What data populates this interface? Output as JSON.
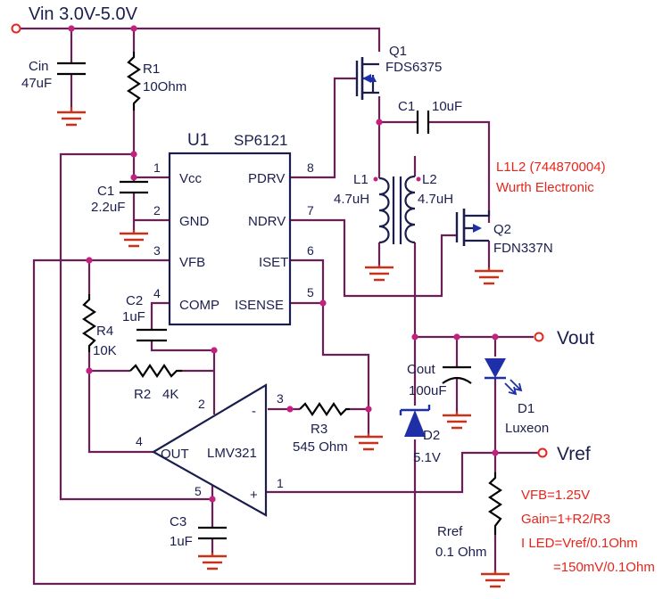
{
  "supply": {
    "vin_label": "Vin 3.0V-5.0V"
  },
  "components": {
    "cin": {
      "ref": "Cin",
      "value": "47uF"
    },
    "r1": {
      "ref": "R1",
      "value": "10Ohm"
    },
    "c1": {
      "ref": "C1",
      "value": "2.2uF"
    },
    "u1": {
      "ref": "U1",
      "part": "SP6121",
      "pins": {
        "vcc": "Vcc",
        "gnd": "GND",
        "vfb": "VFB",
        "comp": "COMP",
        "pdrv": "PDRV",
        "ndrv": "NDRV",
        "iset": "ISET",
        "isense": "ISENSE"
      },
      "pin_numbers": {
        "vcc": "1",
        "gnd": "2",
        "vfb": "3",
        "comp": "4",
        "pdrv": "8",
        "ndrv": "7",
        "iset": "6",
        "isense": "5"
      }
    },
    "c2": {
      "ref": "C2",
      "value": "1uF"
    },
    "r4": {
      "ref": "R4",
      "value": "10K"
    },
    "r2": {
      "ref": "R2",
      "value": "4K"
    },
    "r3": {
      "ref": "R3",
      "value": "545 Ohm"
    },
    "opamp": {
      "part": "LMV321",
      "out_label": "OUT",
      "minus": "-",
      "plus": "+",
      "pin_numbers": {
        "out": "4",
        "inv": "3",
        "v": "2",
        "vs": "5",
        "noninv": "1"
      }
    },
    "c3": {
      "ref": "C3",
      "value": "1uF"
    },
    "q1": {
      "ref": "Q1",
      "part": "FDS6375"
    },
    "c1b": {
      "ref": "C1",
      "value": "10uF"
    },
    "l1": {
      "ref": "L1",
      "value": "4.7uH"
    },
    "l2": {
      "ref": "L2",
      "value": "4.7uH"
    },
    "q2": {
      "ref": "Q2",
      "part": "FDN337N"
    },
    "cout": {
      "ref": "Cout",
      "value": "100uF"
    },
    "d2": {
      "ref": "D2",
      "value": "5.1V"
    },
    "d1": {
      "ref": "D1",
      "part": "Luxeon"
    },
    "rref": {
      "ref": "Rref",
      "value": "0.1 Ohm"
    }
  },
  "inductor_note": {
    "line1": "L1L2 (744870004)",
    "line2": "Wurth Electronic"
  },
  "outputs": {
    "vout": "Vout",
    "vref": "Vref"
  },
  "notes": {
    "vfb": "VFB=1.25V",
    "gain": "Gain=1+R2/R3",
    "iled": "I LED=Vref/0.1Ohm",
    "iled2": "=150mV/0.1Ohm"
  },
  "colors": {
    "wire": "#6b1f57",
    "label": "#1b1e4d",
    "annotation": "#e8241c",
    "ground": "#c8321a",
    "junction": "#c3217f",
    "semiconductor": "#1e2fa8"
  }
}
